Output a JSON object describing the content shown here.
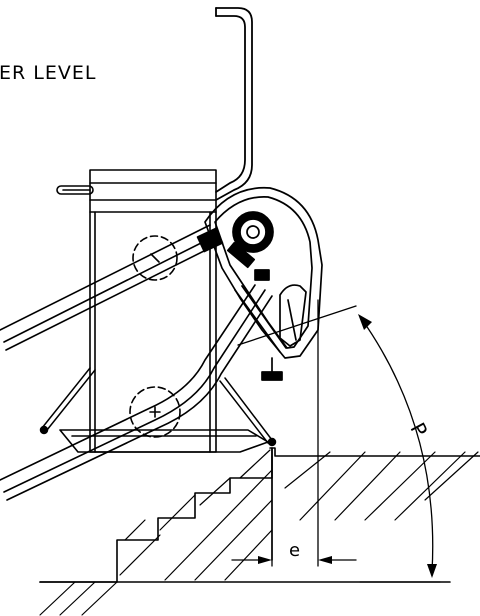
{
  "heading_fragment": "ER LEVEL",
  "dimensions": {
    "e_label": "e",
    "p_label": "P"
  }
}
